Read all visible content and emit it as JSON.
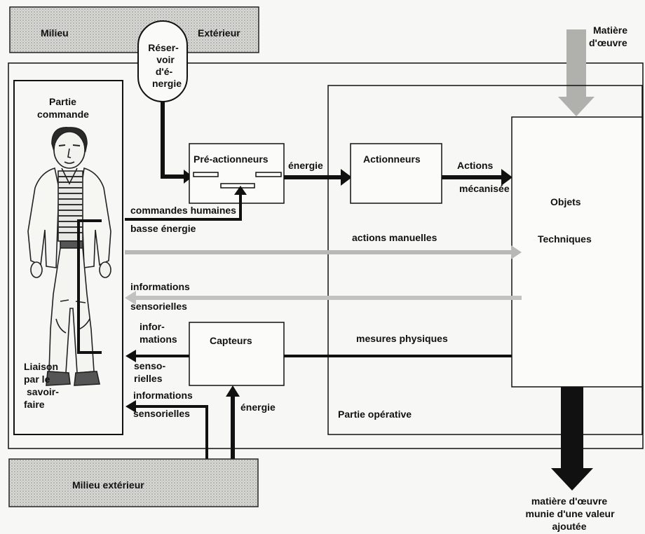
{
  "top_band": {
    "left": "Milieu",
    "right": "Extérieur"
  },
  "reservoir": [
    "Réser-",
    "voir",
    "d'é-",
    "nergie"
  ],
  "matiere_oeuvre_in": [
    "Matière",
    "d'œuvre"
  ],
  "partie_commande": {
    "title": [
      "Partie",
      "commande"
    ],
    "liaison": [
      "Liaison",
      "par le",
      "savoir-",
      "faire"
    ]
  },
  "blocks": {
    "preactionneurs": "Pré-actionneurs",
    "actionneurs": "Actionneurs",
    "capteurs": "Capteurs",
    "objets": [
      "Objets",
      "Techniques"
    ]
  },
  "flows": {
    "energie_pre_act": "énergie",
    "actions": "Actions",
    "mecanisee": "mécanisée",
    "commandes_humaines": "commandes humaines",
    "basse_energie": "basse énergie",
    "actions_manuelles": "actions manuelles",
    "informations_sensorielles_1": [
      "informations",
      "sensorielles"
    ],
    "mesures_physiques": "mesures physiques",
    "informations_sensorielles_2": [
      "infor-",
      "mations",
      "senso-",
      "rielles"
    ],
    "informations_sensorielles_3": [
      "informations",
      "sensorielles"
    ],
    "energie_capteurs": "énergie"
  },
  "partie_operative": "Partie opérative",
  "bottom_band": "Milieu extérieur",
  "output": [
    "matière d'œuvre",
    "munie d'une valeur",
    "ajoutée"
  ]
}
